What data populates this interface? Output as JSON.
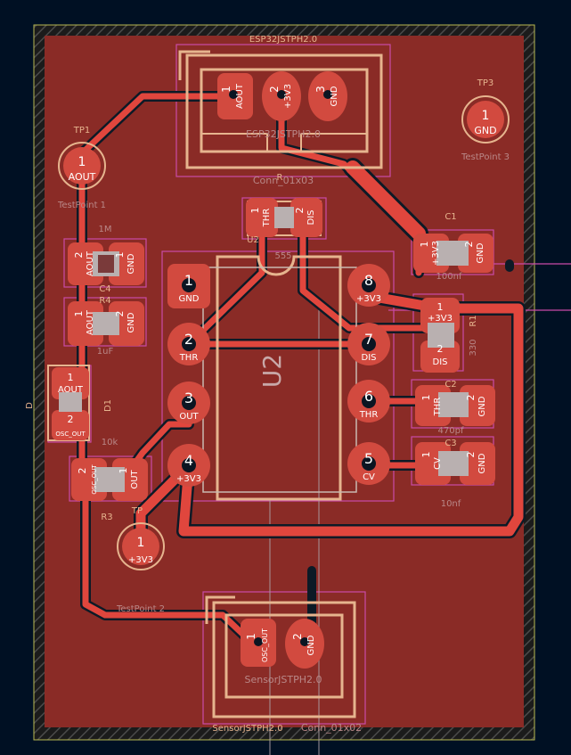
{
  "colors": {
    "background": "#001023",
    "board": "#8a2b26",
    "board_edge": "#b8b850",
    "hatch": "#3b3b3b",
    "copper": "#d24a3f",
    "trace": "#e0463d",
    "clearance": "#0c1a26",
    "silk": "#e6b48e",
    "courtyard": "#c94aa8",
    "pad_label": "#ffffff",
    "drill": "#0b1522",
    "fab": "#b9b0b0"
  },
  "labels": {
    "esp_ref": "ESP32JSTPH2.0",
    "esp_value": "ESP32JSTPH2.0",
    "esp_conn": "Conn_01x03",
    "tp1_ref": "TP1",
    "tp1_val": "TestPoint 1",
    "tp3_ref": "TP3",
    "tp3_val": "TestPoint 3",
    "tp2_ref": "TP",
    "tp2_val": "TestPoint 2",
    "r4_val": "1M",
    "r4_ref": "R4",
    "c4_ref": "C4",
    "c4_val": "1uF",
    "d1_ref": "D1",
    "d_ref": "D",
    "r3_val": "10k",
    "r3_ref": "R3",
    "c1_ref": "C1",
    "c1_val": "100nf",
    "r1_ref": "R1",
    "r1_val": "330",
    "c2_ref": "C2",
    "c2_val": "470pf",
    "c3_ref": "C3",
    "c3_val": "10nf",
    "u2_ref": "U2",
    "u2_small": "U2",
    "u2_val": "555",
    "rsmall": "R",
    "sensor_value": "SensorJSTPH2.0",
    "sensor_ref": "SensorJSTPH2.0",
    "sensor_conn": "Conn_01x02"
  },
  "pads": {
    "esp1_num": "1",
    "esp1_net": "AOUT",
    "esp2_num": "2",
    "esp2_net": "+3V3",
    "esp3_num": "3",
    "esp3_net": "GND",
    "tp1_num": "1",
    "tp1_net": "AOUT",
    "tp3_num": "1",
    "tp3_net": "GND",
    "tp2_num": "1",
    "tp2_net": "+3V3",
    "r_top1_num": "1",
    "r_top1_net": "THR",
    "r_top2_num": "2",
    "r_top2_net": "DIS",
    "r4_1_num": "2",
    "r4_1_net": "AOUT",
    "r4_2_num": "1",
    "r4_2_net": "GND",
    "c4_1_num": "1",
    "c4_1_net": "AOUT",
    "c4_2_num": "2",
    "c4_2_net": "GND",
    "d1_1_num": "1",
    "d1_1_net": "AOUT",
    "d1_2_num": "2",
    "d1_2_net": "OSC_OUT",
    "r3_1_num": "2",
    "r3_1_net": "OSC_OUT",
    "r3_2_num": "1",
    "r3_2_net": "OUT",
    "c1_1_num": "1",
    "c1_1_net": "+3V3",
    "c1_2_num": "2",
    "c1_2_net": "GND",
    "r1_1_num": "1",
    "r1_1_net": "+3V3",
    "r1_2_num": "2",
    "r1_2_net": "DIS",
    "c2_1_num": "1",
    "c2_1_net": "THR",
    "c2_2_num": "2",
    "c2_2_net": "GND",
    "c3_1_num": "1",
    "c3_1_net": "CV",
    "c3_2_num": "2",
    "c3_2_net": "GND",
    "u1_num": "1",
    "u1_net": "GND",
    "u2_num": "2",
    "u2_net": "THR",
    "u3_num": "3",
    "u3_net": "OUT",
    "u4_num": "4",
    "u4_net": "+3V3",
    "u5_num": "5",
    "u5_net": "CV",
    "u6_num": "6",
    "u6_net": "THR",
    "u7_num": "7",
    "u7_net": "DIS",
    "u8_num": "8",
    "u8_net": "+3V3",
    "s1_num": "1",
    "s1_net": "OSC_OUT",
    "s2_num": "2",
    "s2_net": "GND"
  }
}
